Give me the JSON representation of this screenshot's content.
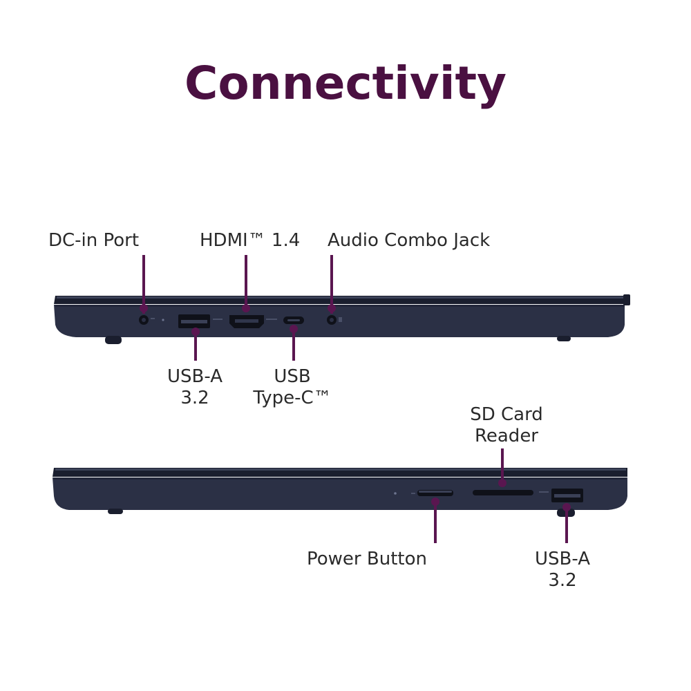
{
  "title": "Connectivity",
  "colors": {
    "title": "#4a1041",
    "leader": "#5a1650",
    "laptop_body": "#2b3045",
    "laptop_edge": "#1a1e2e",
    "port": "#0f1119"
  },
  "side_left": {
    "top_labels": {
      "dc_in": "DC-in Port",
      "hdmi": "HDMI™ 1.4",
      "audio": "Audio Combo Jack"
    },
    "bottom_labels": {
      "usb_a_line1": "USB-A",
      "usb_a_line2": "3.2",
      "usb_c_line1": "USB",
      "usb_c_line2": "Type-C™"
    }
  },
  "side_right": {
    "top_labels": {
      "sd_line1": "SD Card",
      "sd_line2": "Reader"
    },
    "bottom_labels": {
      "power": "Power Button",
      "usb_a_line1": "USB-A",
      "usb_a_line2": "3.2"
    }
  }
}
